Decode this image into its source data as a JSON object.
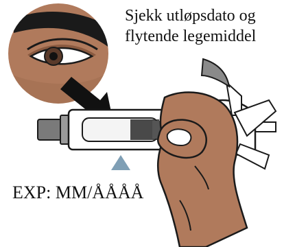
{
  "caption": {
    "line1": "Sjekk utløpsdato og",
    "line2": "flytende legemiddel"
  },
  "expiry_label": "EXP: MM/ÅÅÅÅ",
  "colors": {
    "skin": "#b07a5c",
    "skin_shadow": "#8a5a40",
    "outline": "#1a1a1a",
    "pointer_arrow": "#111111",
    "indicator_triangle": "#7f9fb5",
    "syringe_gray": "#7a7a7a",
    "white": "#ffffff"
  },
  "icons": {
    "eye": "eye-icon",
    "pointer": "arrow-down-right-icon",
    "indicator": "triangle-up-icon"
  }
}
